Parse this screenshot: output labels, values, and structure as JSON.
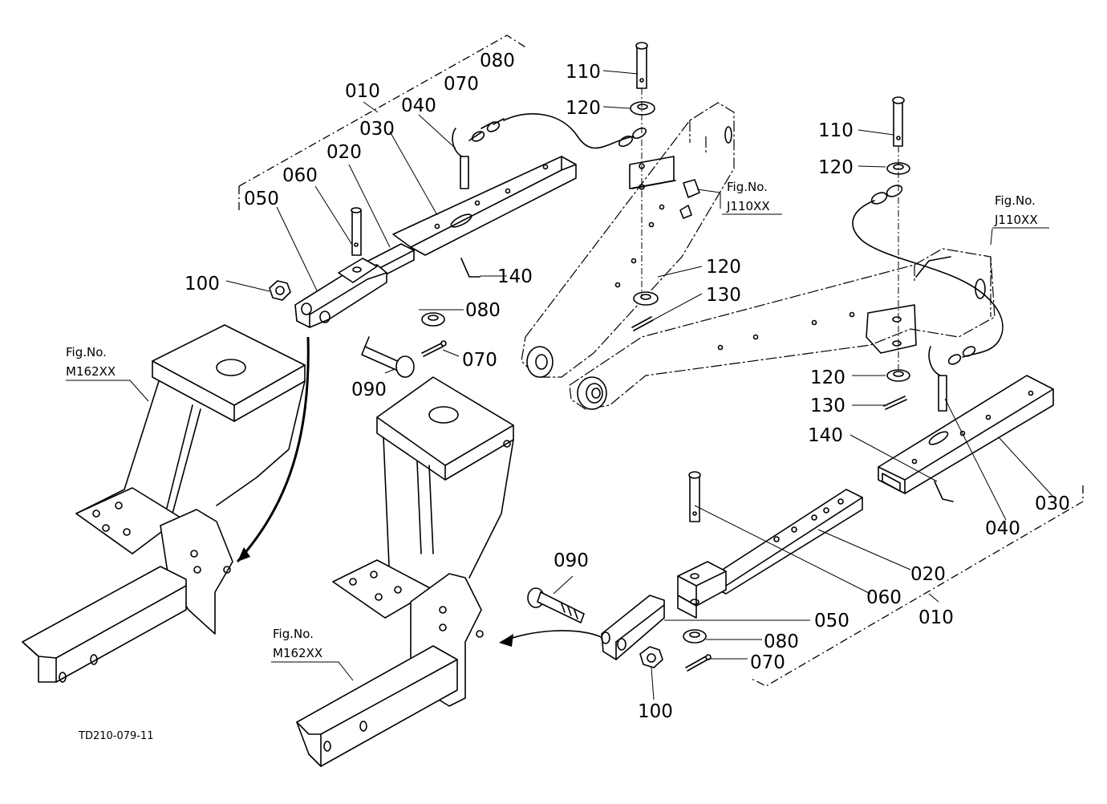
{
  "figure_code": "TD210-079-11",
  "references": {
    "ref_m162_left": [
      "Fig.No.",
      "M162XX"
    ],
    "ref_m162_mid": [
      "Fig.No.",
      "M162XX"
    ],
    "ref_j110_top": [
      "Fig.No.",
      "J110XX"
    ],
    "ref_j110_right": [
      "Fig.No.",
      "J110XX"
    ]
  },
  "callouts": {
    "left_010": "010",
    "left_020": "020",
    "left_030": "030",
    "left_040": "040",
    "left_050": "050",
    "left_060": "060",
    "left_070_top": "070",
    "left_080_top": "080",
    "left_070": "070",
    "left_080": "080",
    "left_090": "090",
    "left_100": "100",
    "left_140": "140",
    "top_110": "110",
    "top_120": "120",
    "mid_120": "120",
    "mid_130": "130",
    "right_110": "110",
    "right_120_top": "120",
    "right_120": "120",
    "right_130": "130",
    "right_140": "140",
    "right_040": "040",
    "right_030": "030",
    "right_020": "020",
    "right_060": "060",
    "right_010": "010",
    "right_050": "050",
    "right_080": "080",
    "right_070": "070",
    "right_090": "090",
    "right_100": "100"
  }
}
